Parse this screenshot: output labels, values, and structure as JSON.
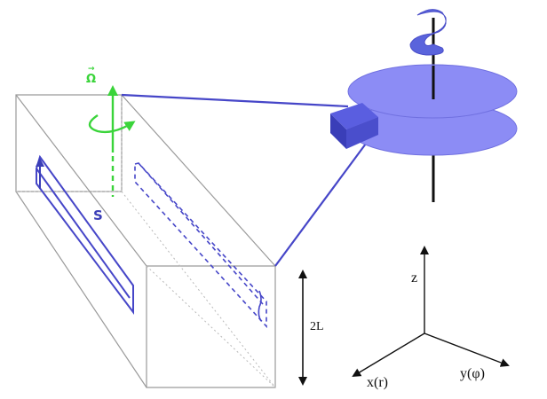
{
  "labels": {
    "omega": "Ω",
    "omega_arrow": "→",
    "s": "S",
    "height": "2L",
    "axis_z": "z",
    "axis_x": "x(r)",
    "axis_y": "y(φ)"
  },
  "colors": {
    "box_edge": "#9a9a9a",
    "box_hidden": "#b8b8b8",
    "omega_green": "#3ad43a",
    "blue_line": "#4646c8",
    "disk_fill": "#8c8cf5",
    "disk_stroke": "#7070e0",
    "spiral": "#5a64dc",
    "black": "#111111"
  }
}
